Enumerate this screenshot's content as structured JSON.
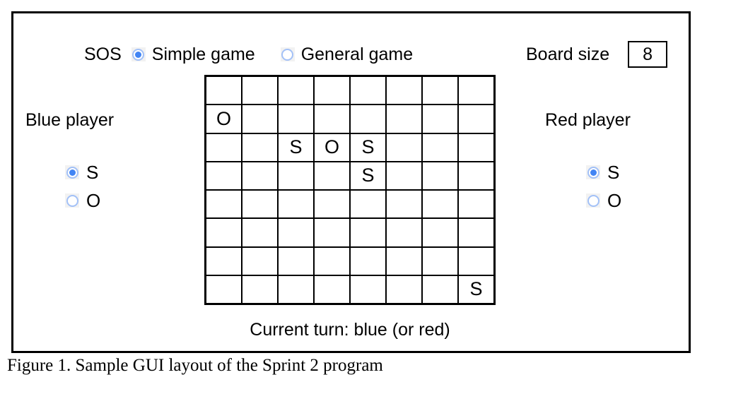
{
  "gui": {
    "top_bar": {
      "sos_label": "SOS",
      "options": [
        {
          "label": "Simple game",
          "selected": true
        },
        {
          "label": "General game",
          "selected": false
        }
      ],
      "board_size_label": "Board size",
      "board_size_value": "8"
    },
    "blue_player": {
      "title": "Blue player",
      "options": [
        {
          "label": "S",
          "selected": true
        },
        {
          "label": "O",
          "selected": false
        }
      ]
    },
    "red_player": {
      "title": "Red player",
      "options": [
        {
          "label": "S",
          "selected": true
        },
        {
          "label": "O",
          "selected": false
        }
      ]
    },
    "board": {
      "size": 8,
      "moves": [
        {
          "row": 1,
          "col": 0,
          "letter": "O"
        },
        {
          "row": 2,
          "col": 2,
          "letter": "S"
        },
        {
          "row": 2,
          "col": 3,
          "letter": "O"
        },
        {
          "row": 2,
          "col": 4,
          "letter": "S"
        },
        {
          "row": 3,
          "col": 4,
          "letter": "S"
        },
        {
          "row": 7,
          "col": 7,
          "letter": "S"
        }
      ]
    },
    "status": "Current turn: blue (or red)"
  },
  "caption": "Figure 1. Sample GUI layout of the Sprint 2 program",
  "colors": {
    "radio_selected": "#4285f4",
    "radio_ring": "#a3c1f7",
    "radio_bg": "#f2f2f2",
    "border": "#000000"
  }
}
